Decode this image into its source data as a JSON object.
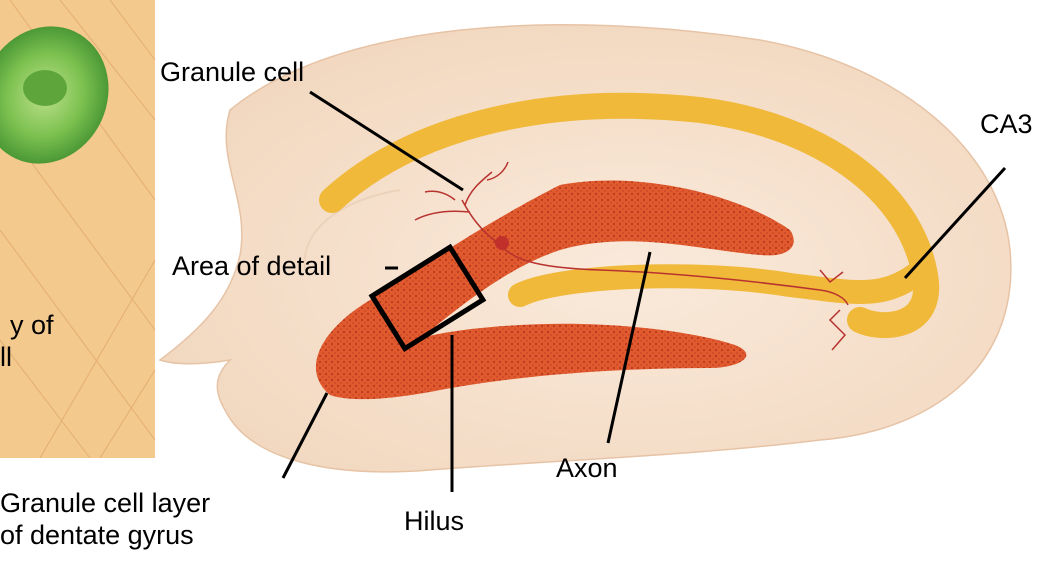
{
  "labels": {
    "granule_cell": "Granule cell",
    "ca3": "CA3",
    "area_of_detail": "Area of detail",
    "axon": "Axon",
    "hilus": "Hilus",
    "granule_cell_layer": [
      "Granule cell layer",
      "of dentate gyrus"
    ],
    "inset_partial": [
      "y of",
      "ll"
    ]
  },
  "colors": {
    "inset_background": "#f3c98d",
    "inset_cell": "#5fae3e",
    "tissue": "#f6e3cf",
    "yellow_band": "#f0b93a",
    "granule_layer": "#e35a2c",
    "neuron": "#c23a3a"
  }
}
